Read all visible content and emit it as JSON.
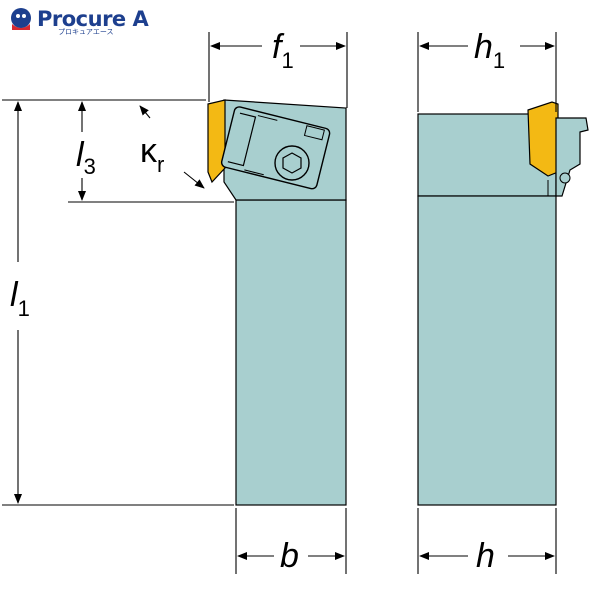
{
  "logo": {
    "text": "Procure A",
    "subtitle": "プロキュアエース",
    "brand_color": "#1d3f8e"
  },
  "colors": {
    "shank": "#a8cfcf",
    "insert": "#f3b914",
    "line": "#000000"
  },
  "dimensions": {
    "f1": {
      "main": "f",
      "sub": "1"
    },
    "h1": {
      "main": "h",
      "sub": "1"
    },
    "l1": {
      "main": "l",
      "sub": "1"
    },
    "l3": {
      "main": "l",
      "sub": "3"
    },
    "kr": {
      "main": "κ",
      "sub": "r"
    },
    "b": {
      "main": "b"
    },
    "h": {
      "main": "h"
    }
  }
}
